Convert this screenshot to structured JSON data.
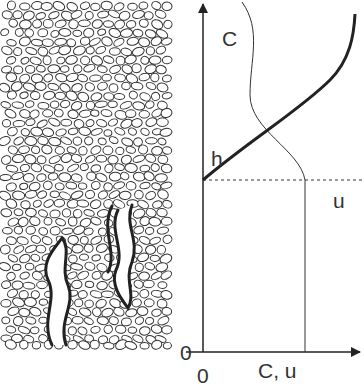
{
  "diagram": {
    "labels": [
      "C",
      "u",
      "h",
      "0",
      "0",
      "C, u"
    ]
  }
}
